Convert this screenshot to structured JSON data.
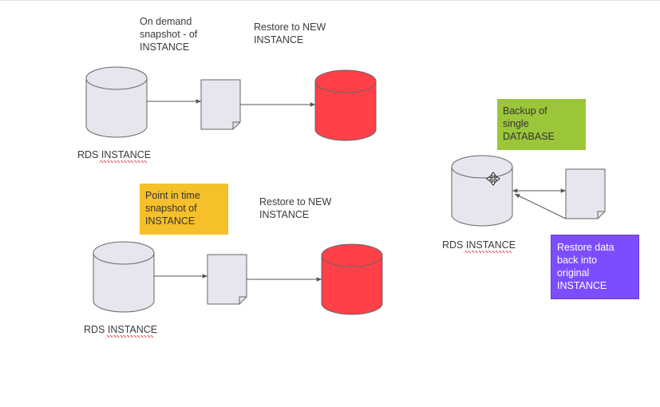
{
  "diagrams": {
    "top": {
      "snapshot_note": "On demand\nsnapshot - of\nINSTANCE",
      "restore_note": "Restore to NEW\nINSTANCE",
      "db_label": "RDS INSTANCE"
    },
    "bottom": {
      "snapshot_note": "Point in time\nsnapshot of\nINSTANCE",
      "restore_note": "Restore to NEW\nINSTANCE",
      "db_label": "RDS INSTANCE"
    },
    "right": {
      "backup_note": "Backup of\nsingle\nDATABASE",
      "restore_note": "Restore data\nback into\noriginal\nINSTANCE",
      "db_label": "RDS INSTANCE"
    }
  },
  "colors": {
    "db_fill": "#e6e6ee",
    "db_new_fill": "#ff4049",
    "note_yellow": "#f5c02a",
    "note_green": "#9cc63a",
    "note_purple": "#7c4dff"
  },
  "icons": {
    "move_cursor": "move-cursor-icon"
  }
}
